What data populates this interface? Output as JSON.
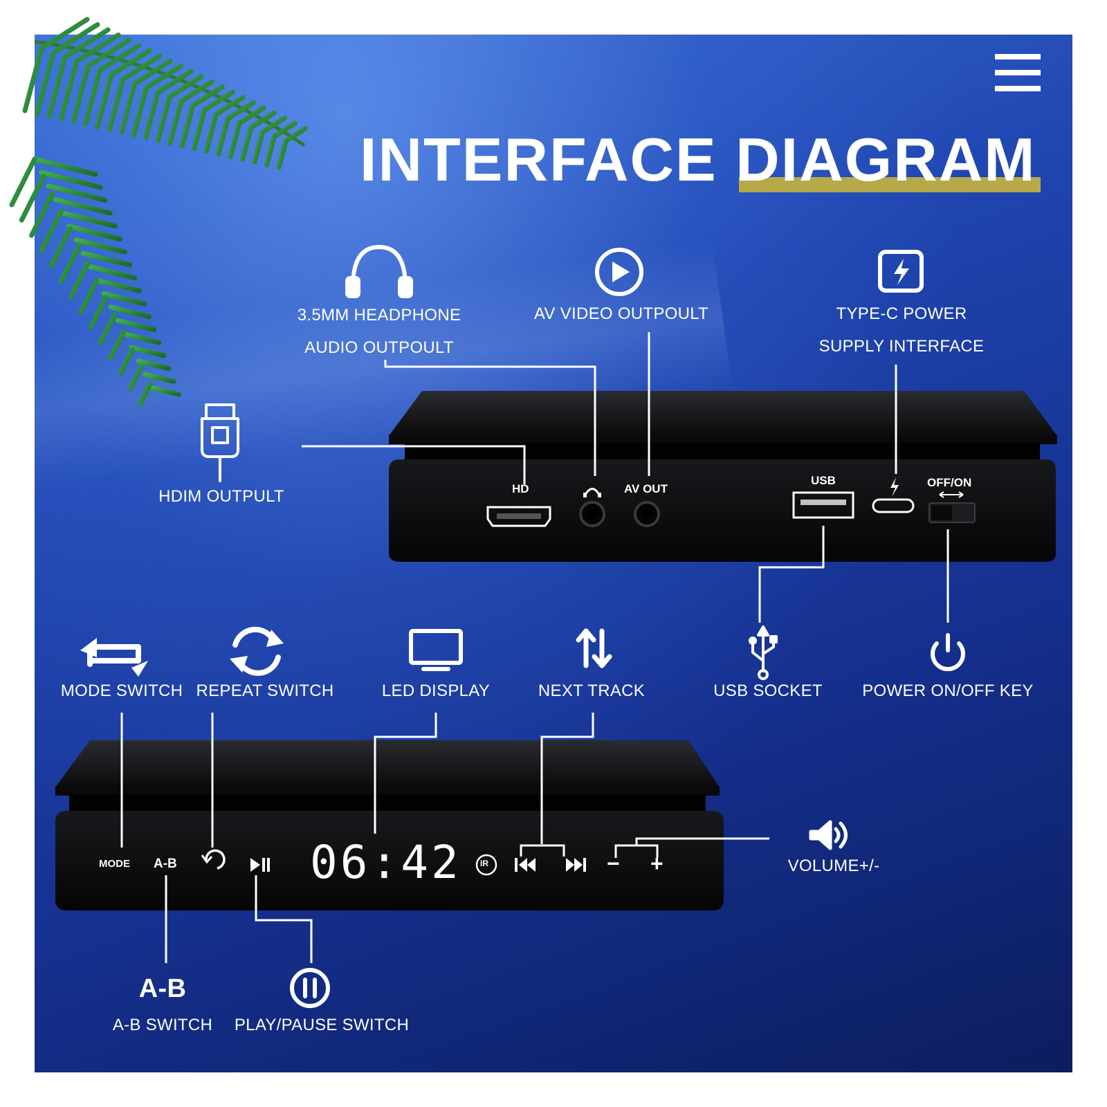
{
  "title": "INTERFACE DIAGRAM",
  "colors": {
    "accent_underline": "#b6a94a",
    "background": "#1f45b0",
    "device": "#0c0c0e"
  },
  "top_callouts": {
    "headphone": {
      "line1": "3.5MM HEADPHONE",
      "line2": "AUDIO OUTPOULT",
      "icon": "headphone-icon"
    },
    "av_video": {
      "label": "AV VIDEO OUTPOULT",
      "icon": "play-circle-icon"
    },
    "type_c": {
      "line1": "TYPE-C POWER",
      "line2": "SUPPLY INTERFACE",
      "icon": "lightning-icon"
    },
    "hdmi": {
      "label": "HDIM OUTPULT",
      "icon": "hdmi-plug-icon"
    },
    "usb_socket": {
      "label": "USB SOCKET",
      "icon": "usb-icon"
    },
    "power_key": {
      "label": "POWER ON/OFF KEY",
      "icon": "power-icon"
    }
  },
  "rear_panel": {
    "hd": "HD",
    "av_out": "AV OUT",
    "usb": "USB",
    "off_on": "OFF/ON"
  },
  "bottom_callouts": {
    "mode": {
      "label": "MODE SWITCH",
      "icon": "mode-switch-icon"
    },
    "repeat": {
      "label": "REPEAT SWITCH",
      "icon": "repeat-icon"
    },
    "led": {
      "label": "LED DISPLAY",
      "icon": "monitor-icon"
    },
    "next": {
      "label": "NEXT TRACK",
      "icon": "up-down-arrows-icon"
    },
    "volume": {
      "label": "VOLUME+/-",
      "icon": "speaker-icon"
    },
    "ab": {
      "big": "A-B",
      "label": "A-B SWITCH"
    },
    "play": {
      "label": "PLAY/PAUSE SWITCH",
      "icon": "pause-circle-icon"
    }
  },
  "front_panel": {
    "mode": "MODE",
    "ab": "A-B",
    "display": "06:42",
    "ir": "IR",
    "minus": "−",
    "plus": "+"
  },
  "menu": {
    "icon": "hamburger-menu-icon"
  }
}
